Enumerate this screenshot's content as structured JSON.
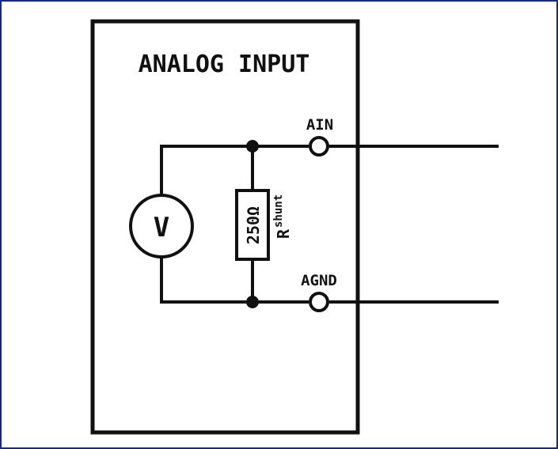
{
  "diagram": {
    "title": "ANALOG INPUT",
    "terminal_top_label": "AIN",
    "terminal_bottom_label": "AGND",
    "meter_symbol": "V",
    "resistor_value": "250Ω",
    "resistor_name_main": "R",
    "resistor_name_sub": "shunt"
  },
  "colors": {
    "line": "#111111",
    "frame_border": "#1a2a7a",
    "background": "#ffffff"
  }
}
